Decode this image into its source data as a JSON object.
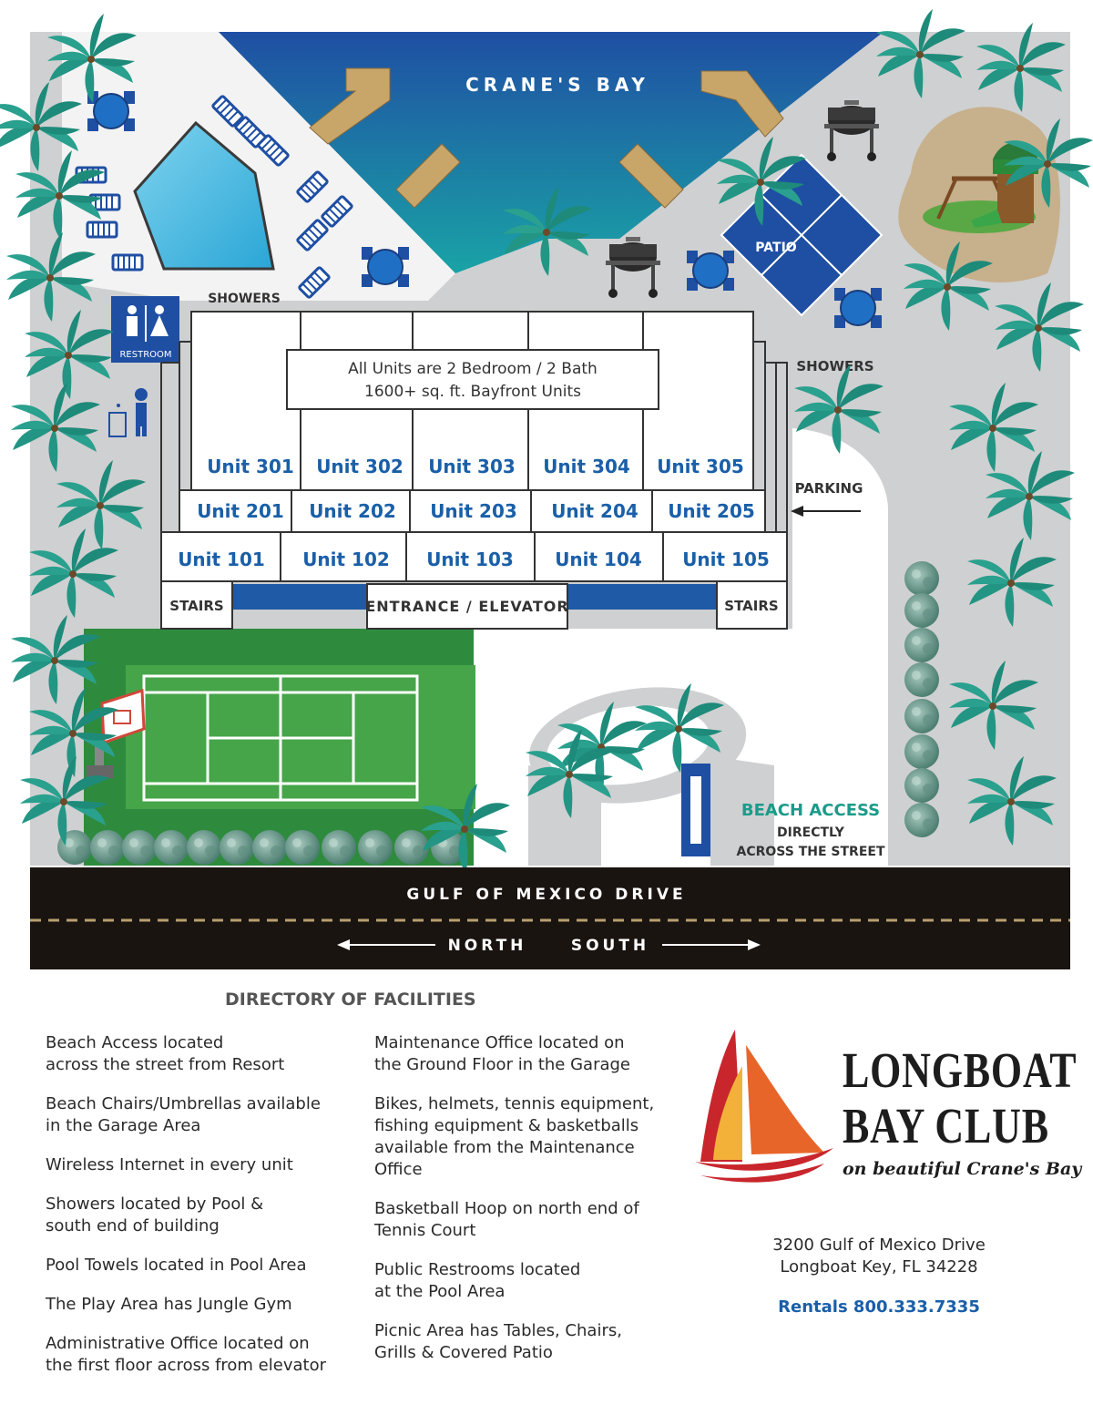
{
  "map": {
    "bay_name": "CRANE'S BAY",
    "showers_label": "SHOWERS",
    "restroom_label": "RESTROOM",
    "patio_label": "PATIO",
    "units_note_line1": "All Units are 2 Bedroom / 2 Bath",
    "units_note_line2": "1600+ sq. ft. Bayfront Units",
    "floor3": [
      "Unit 301",
      "Unit 302",
      "Unit 303",
      "Unit 304",
      "Unit 305"
    ],
    "floor2": [
      "Unit 201",
      "Unit 202",
      "Unit 203",
      "Unit 204",
      "Unit 205"
    ],
    "floor1": [
      "Unit 101",
      "Unit 102",
      "Unit 103",
      "Unit 104",
      "Unit 105"
    ],
    "stairs_label": "STAIRS",
    "entrance_label": "ENTRANCE / ELEVATOR",
    "parking_label": "PARKING",
    "beach_access_title": "BEACH ACCESS",
    "beach_access_line1": "DIRECTLY",
    "beach_access_line2": "ACROSS THE STREET",
    "road_name": "GULF OF MEXICO DRIVE",
    "north_label": "NORTH",
    "south_label": "SOUTH"
  },
  "directory": {
    "title": "DIRECTORY OF FACILITIES",
    "left": [
      [
        "Beach Access located",
        "across the street from Resort"
      ],
      [
        "Beach Chairs/Umbrellas available",
        "in the Garage Area"
      ],
      [
        "Wireless Internet in every unit"
      ],
      [
        "Showers located by Pool &",
        "south end of building"
      ],
      [
        "Pool Towels located in Pool Area"
      ],
      [
        "The Play Area has Jungle Gym"
      ],
      [
        "Administrative Office located on",
        "the first floor across from elevator"
      ]
    ],
    "right": [
      [
        "Maintenance Office located on",
        "the Ground Floor in the Garage"
      ],
      [
        "Bikes, helmets, tennis equipment,",
        "fishing equipment & basketballs",
        "available from the Maintenance",
        "Office"
      ],
      [
        "Basketball Hoop on north end of",
        "Tennis Court"
      ],
      [
        "Public Restrooms located",
        "at the Pool Area"
      ],
      [
        "Picnic Area has Tables, Chairs,",
        "Grills & Covered Patio"
      ]
    ]
  },
  "brand": {
    "name_line1": "LONGBOAT",
    "name_line2": "BAY CLUB",
    "tagline": "on beautiful Crane's Bay",
    "address_line1": "3200 Gulf of Mexico Drive",
    "address_line2": "Longboat Key, FL 34228",
    "rentals": "Rentals 800.333.7335"
  },
  "colors": {
    "unit_text": "#1a5fa8",
    "beach_access": "#1a9b8a",
    "water_dark": "#1f5aa6",
    "water_light": "#1da0a8",
    "court_green": "#2e8b3e",
    "road": "#1a1410",
    "palm": "#2a9b8a",
    "sail_red": "#c8262c",
    "sail_orange": "#e8652a",
    "rentals": "#1a5fa8"
  },
  "icons": [
    "palm-tree-icon",
    "table-umbrella-icon",
    "bbq-grill-icon",
    "restroom-icon",
    "trash-can-icon",
    "basketball-hoop-icon",
    "playground-icon",
    "sailboat-logo-icon",
    "arrow-icon"
  ]
}
